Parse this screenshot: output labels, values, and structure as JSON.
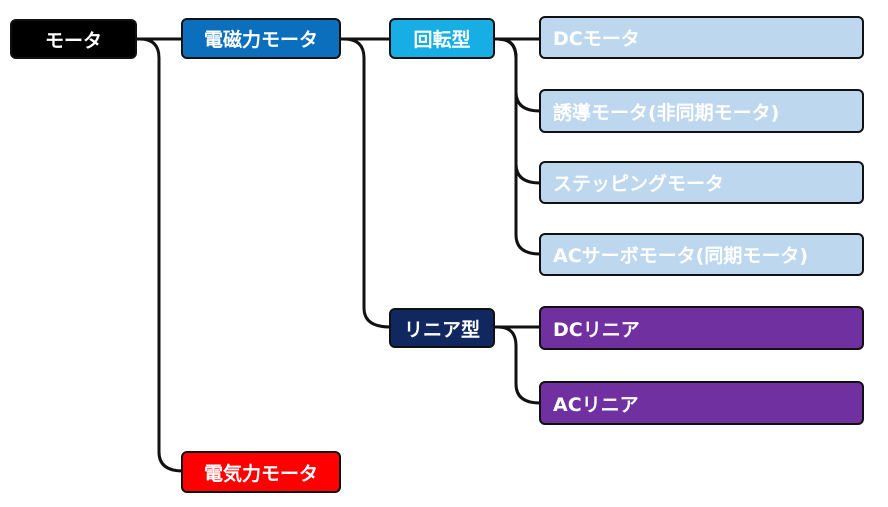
{
  "nodes": {
    "motor": {
      "label": "モータ",
      "fill": "#000000"
    },
    "electromagnetic_motor": {
      "label": "電磁力モータ",
      "fill": "#0b6fbd"
    },
    "rotary_type": {
      "label": "回転型",
      "fill": "#16aee4"
    },
    "dc_motor": {
      "label": "DCモータ",
      "fill": "#bdd7ee"
    },
    "induction_motor": {
      "label": "誘導モータ(非同期モータ)",
      "fill": "#bdd7ee"
    },
    "stepping_motor": {
      "label": "ステッピングモータ",
      "fill": "#bdd7ee"
    },
    "ac_servo_motor": {
      "label": "ACサーボモータ(同期モータ)",
      "fill": "#bdd7ee"
    },
    "linear_type": {
      "label": "リニア型",
      "fill": "#10275f"
    },
    "dc_linear": {
      "label": "DCリニア",
      "fill": "#7030a0"
    },
    "ac_linear": {
      "label": "ACリニア",
      "fill": "#7030a0"
    },
    "electrostatic_motor": {
      "label": "電気力モータ",
      "fill": "#ff0000"
    }
  }
}
